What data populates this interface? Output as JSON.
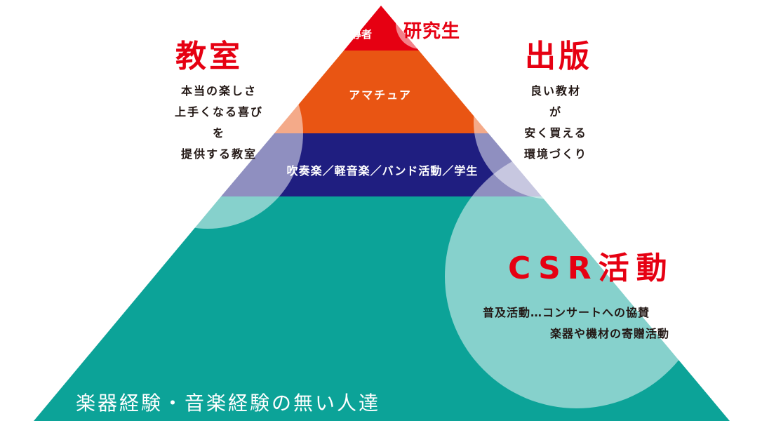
{
  "colors": {
    "top_tier": "#e60012",
    "second_tier": "#e95513",
    "third_tier": "#1f1e80",
    "base_tier": "#0ca398",
    "circle_overlay": "rgba(255,255,255,0.5)",
    "title_red": "#e60012",
    "text_dark": "#231815"
  },
  "titles": {
    "classroom": "教室",
    "publishing": "出版",
    "csr": "CSR活動",
    "researcher": "研究生"
  },
  "classroom_desc": [
    "本当の楽しさ",
    "上手くなる喜び",
    "を",
    "提供する教室"
  ],
  "publishing_desc": [
    "良い教材",
    "が",
    "安く買える",
    "環境づくり"
  ],
  "csr_desc": {
    "line1": "普及活動…コンサートへの協賛",
    "line2": "楽器や機材の寄贈活動"
  },
  "pyramid": {
    "top_label": "導者",
    "amateur_label": "アマチュア",
    "students_label": "吹奏楽／軽音楽／バンド活動／学生",
    "base_label": "楽器経験・音楽経験の無い人達"
  }
}
